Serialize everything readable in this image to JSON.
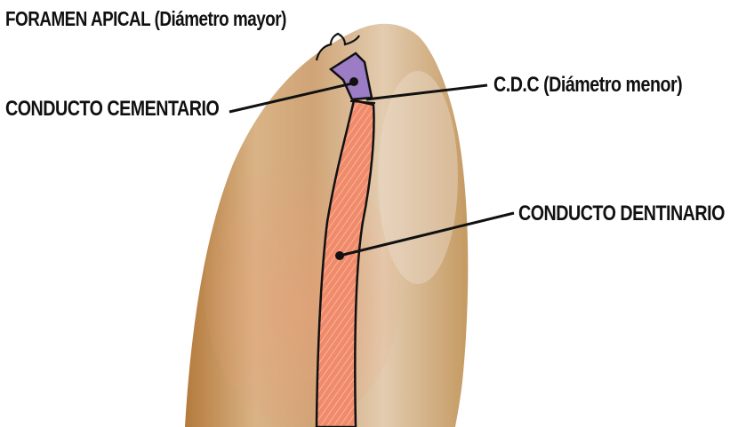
{
  "labels": {
    "foramen_apical": "FORAMEN APICAL (Diámetro mayor)",
    "conducto_cementario": "CONDUCTO CEMENTARIO",
    "cdc": "C.D.C (Diámetro menor)",
    "conducto_dentinario": "CONDUCTO DENTINARIO"
  },
  "colors": {
    "background": "#ffffff",
    "tooth_root": "#d4a66e",
    "canal_dentinario": "#f08a6a",
    "canal_cementario": "#9c7cc4",
    "leader_lines": "#111111"
  }
}
